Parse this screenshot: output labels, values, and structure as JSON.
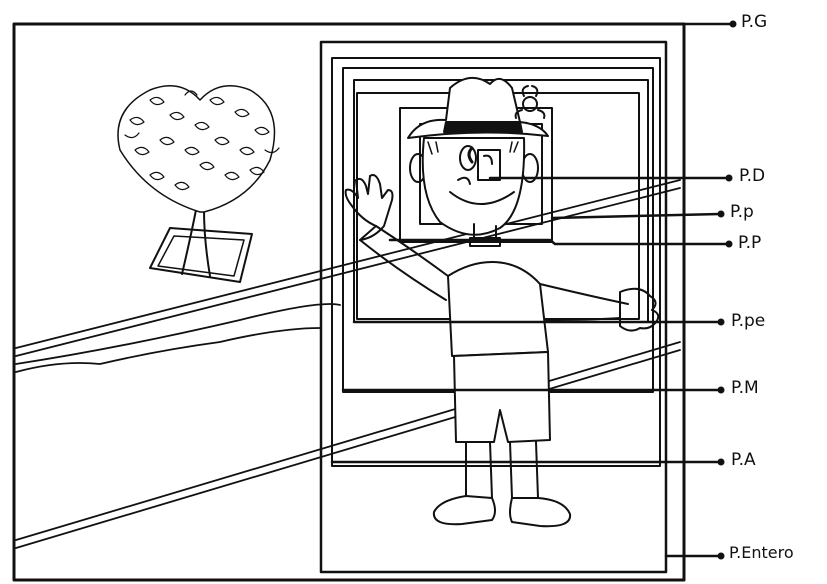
{
  "labels": {
    "pg": "P.G",
    "pd": "P.D",
    "pp_small": "P.p",
    "pp": "P.P",
    "ppe": "P.pe",
    "pm": "P.M",
    "pa": "P.A",
    "pentero": "P.Entero"
  },
  "colors": {
    "ink": "#111111",
    "paper": "#ffffff"
  }
}
